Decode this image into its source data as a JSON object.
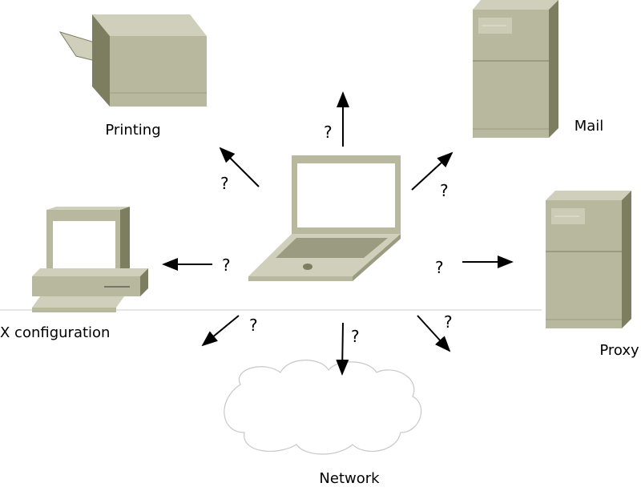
{
  "nodes": {
    "printing": "Printing",
    "mail": "Mail",
    "x_configuration": "X configuration",
    "proxy": "Proxy",
    "network": "Network"
  },
  "question_mark": "?",
  "colors": {
    "device_front": "#b8b89f",
    "device_top": "#cfcfbc",
    "device_side": "#7d7e60",
    "line": "#cccccc"
  }
}
